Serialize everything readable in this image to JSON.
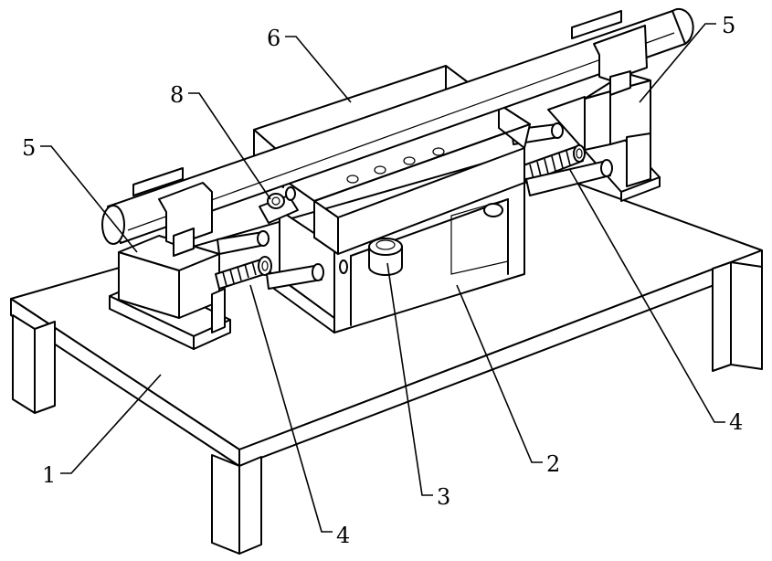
{
  "callouts": {
    "c1": "1",
    "c2": "2",
    "c3": "3",
    "c4_left": "4",
    "c4_right": "4",
    "c5_left": "5",
    "c5_right": "5",
    "c6": "6",
    "c8": "8"
  }
}
